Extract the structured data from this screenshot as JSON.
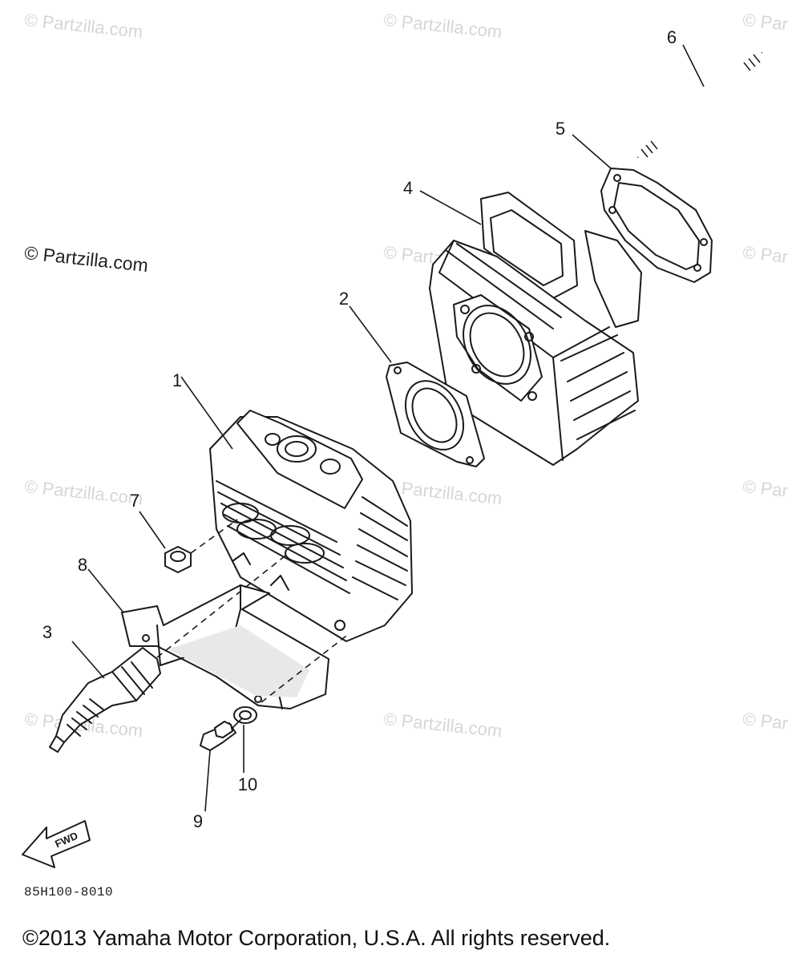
{
  "watermark": "© Partzilla.com",
  "watermark_short": "© Par",
  "site_notice": "© Partzilla.com",
  "callouts": [
    "1",
    "2",
    "3",
    "4",
    "5",
    "6",
    "7",
    "8",
    "9",
    "10"
  ],
  "direction_label": "FWD",
  "diagram_code": "85H100-8010",
  "copyright": "©2013  Yamaha Motor Corporation, U.S.A. All rights reserved."
}
